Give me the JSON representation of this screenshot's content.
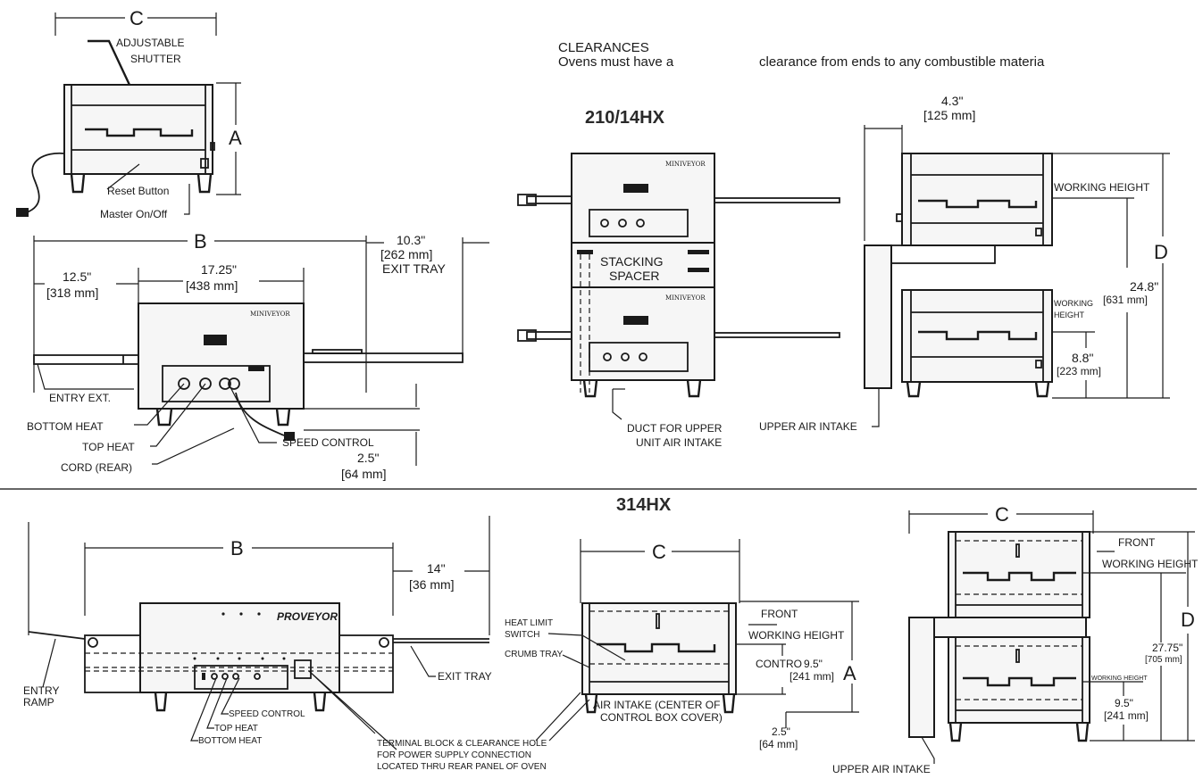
{
  "clearances": {
    "title": "CLEARANCES",
    "line_start": "Ovens must have a",
    "line_end": "clearance from ends to any combustible materia"
  },
  "model_headers": {
    "upper": "210/14HX",
    "lower": "314HX"
  },
  "top_left": {
    "dim_c": "C",
    "dim_a": "A",
    "adjustable_shutter_1": "ADJUSTABLE",
    "adjustable_shutter_2": "SHUTTER",
    "reset_button": "Reset Button",
    "master_on_off": "Master On/Off"
  },
  "front_view": {
    "dim_b": "B",
    "entry_dim_1": "12.5\"",
    "entry_dim_2": "[318 mm]",
    "width_dim_1": "17.25\"",
    "width_dim_2": "[438 mm]",
    "exit_dim_1": "10.3\"",
    "exit_dim_2": "[262 mm]",
    "exit_dim_3": "EXIT TRAY",
    "entry_ext": "ENTRY EXT.",
    "bottom_heat": "BOTTOM HEAT",
    "top_heat": "TOP HEAT",
    "cord_rear": "CORD (REAR)",
    "speed_control": "SPEED CONTROL",
    "leg_dim_1": "2.5\"",
    "leg_dim_2": "[64 mm]",
    "brand": "MINIVEYOR"
  },
  "stacked_view": {
    "stacking_1": "STACKING",
    "stacking_2": "SPACER",
    "duct_1": "DUCT FOR UPPER",
    "duct_2": "UNIT AIR INTAKE",
    "brand": "MINIVEYOR"
  },
  "side_view_upper": {
    "top_dim_1": "4.3\"",
    "top_dim_2": "[125 mm]",
    "working_height_top": "WORKING HEIGHT",
    "dim_d": "D",
    "working_2a": "WORKING",
    "working_2b": "HEIGHT",
    "dim_248_1": "24.8\"",
    "dim_248_2": "[631 mm]",
    "dim_88_1": "8.8\"",
    "dim_88_2": "[223 mm]",
    "upper_air_intake": "UPPER AIR INTAKE"
  },
  "lower_front": {
    "dim_b": "B",
    "exit_dim_1": "14\"",
    "exit_dim_2": "[36 mm]",
    "brand": "PROVEYOR",
    "entry_ramp_1": "ENTRY",
    "entry_ramp_2": "RAMP",
    "exit_tray": "EXIT TRAY",
    "speed_control": "SPEED CONTROL",
    "top_heat": "TOP HEAT",
    "bottom_heat": "BOTTOM HEAT",
    "terminal_1": "TERMINAL BLOCK & CLEARANCE HOLE",
    "terminal_2": "FOR POWER SUPPLY CONNECTION",
    "terminal_3": "LOCATED THRU REAR PANEL OF OVEN"
  },
  "lower_side": {
    "dim_c": "C",
    "dim_a": "A",
    "heat_limit_1": "HEAT LIMIT",
    "heat_limit_2": "SWITCH",
    "crumb_tray": "CRUMB TRAY",
    "front": "FRONT",
    "working_height": "WORKING HEIGHT",
    "contro": "CONTRO",
    "dim_95_1": "9.5\"",
    "dim_95_2": "[241 mm]",
    "air_intake_1": "AIR INTAKE (CENTER OF",
    "air_intake_2": "CONTROL BOX COVER)",
    "leg_1": "2.5\"",
    "leg_2": "[64 mm]"
  },
  "lower_stacked": {
    "dim_c": "C",
    "dim_d": "D",
    "front": "FRONT",
    "working_height": "WORKING HEIGHT",
    "working_height_small": "WORKING HEIGHT",
    "dim_2775_1": "27.75\"",
    "dim_2775_2": "[705 mm]",
    "dim_95_1": "9.5\"",
    "dim_95_2": "[241 mm]",
    "upper_air_intake": "UPPER AIR INTAKE"
  }
}
